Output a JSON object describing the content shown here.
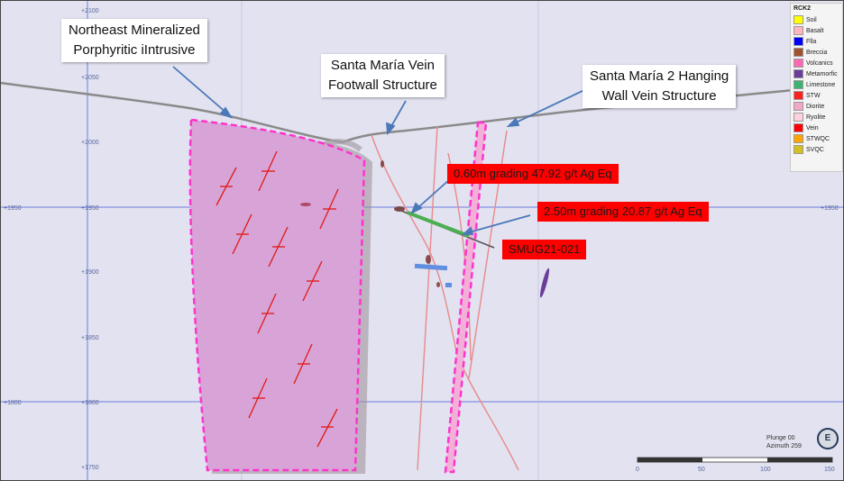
{
  "callouts": {
    "intrusive": "Northeast Mineralized\nPorphyritic iIntrusive",
    "footwall": "Santa María Vein\nFootwall Structure",
    "hanging_wall": "Santa María 2 Hanging\nWall Vein Structure"
  },
  "intercepts": {
    "first": "0.60m grading 47.92 g/t Ag Eq",
    "second": "2.50m grading 20.87 g/t Ag Eq",
    "hole": "SMUG21-021"
  },
  "grid": {
    "elev_2100": "+2100",
    "elev_2050": "+2050",
    "elev_2000": "+2000",
    "elev_1950": "+1950",
    "elev_1900": "+1900",
    "elev_1850": "+1850",
    "elev_1800": "+1800",
    "elev_1750": "+1750"
  },
  "legend": {
    "title": "RCK2",
    "items": [
      {
        "label": "Soil",
        "color": "#ffff00"
      },
      {
        "label": "Basalt",
        "color": "#ffb6c1"
      },
      {
        "label": "Flla",
        "color": "#0000ff"
      },
      {
        "label": "Breccia",
        "color": "#a0522d"
      },
      {
        "label": "Volcanics",
        "color": "#ff69b4"
      },
      {
        "label": "Metamorfic",
        "color": "#6a3d9a"
      },
      {
        "label": "Limestone",
        "color": "#3cb371"
      },
      {
        "label": "STW",
        "color": "#ff2020"
      },
      {
        "label": "Diorite",
        "color": "#f4a6c8"
      },
      {
        "label": "Ryolite",
        "color": "#ffd1dc"
      },
      {
        "label": "Vein",
        "color": "#ff0000"
      },
      {
        "label": "STWQC",
        "color": "#ffa500"
      },
      {
        "label": "SVQC",
        "color": "#d4c020"
      }
    ]
  },
  "scale_bar": {
    "t0": "0",
    "t50": "50",
    "t100": "100",
    "t150": "150"
  },
  "view_info": {
    "plunge": "Plunge 00",
    "azimuth": "Azimuth 259"
  },
  "compass_label": "E"
}
